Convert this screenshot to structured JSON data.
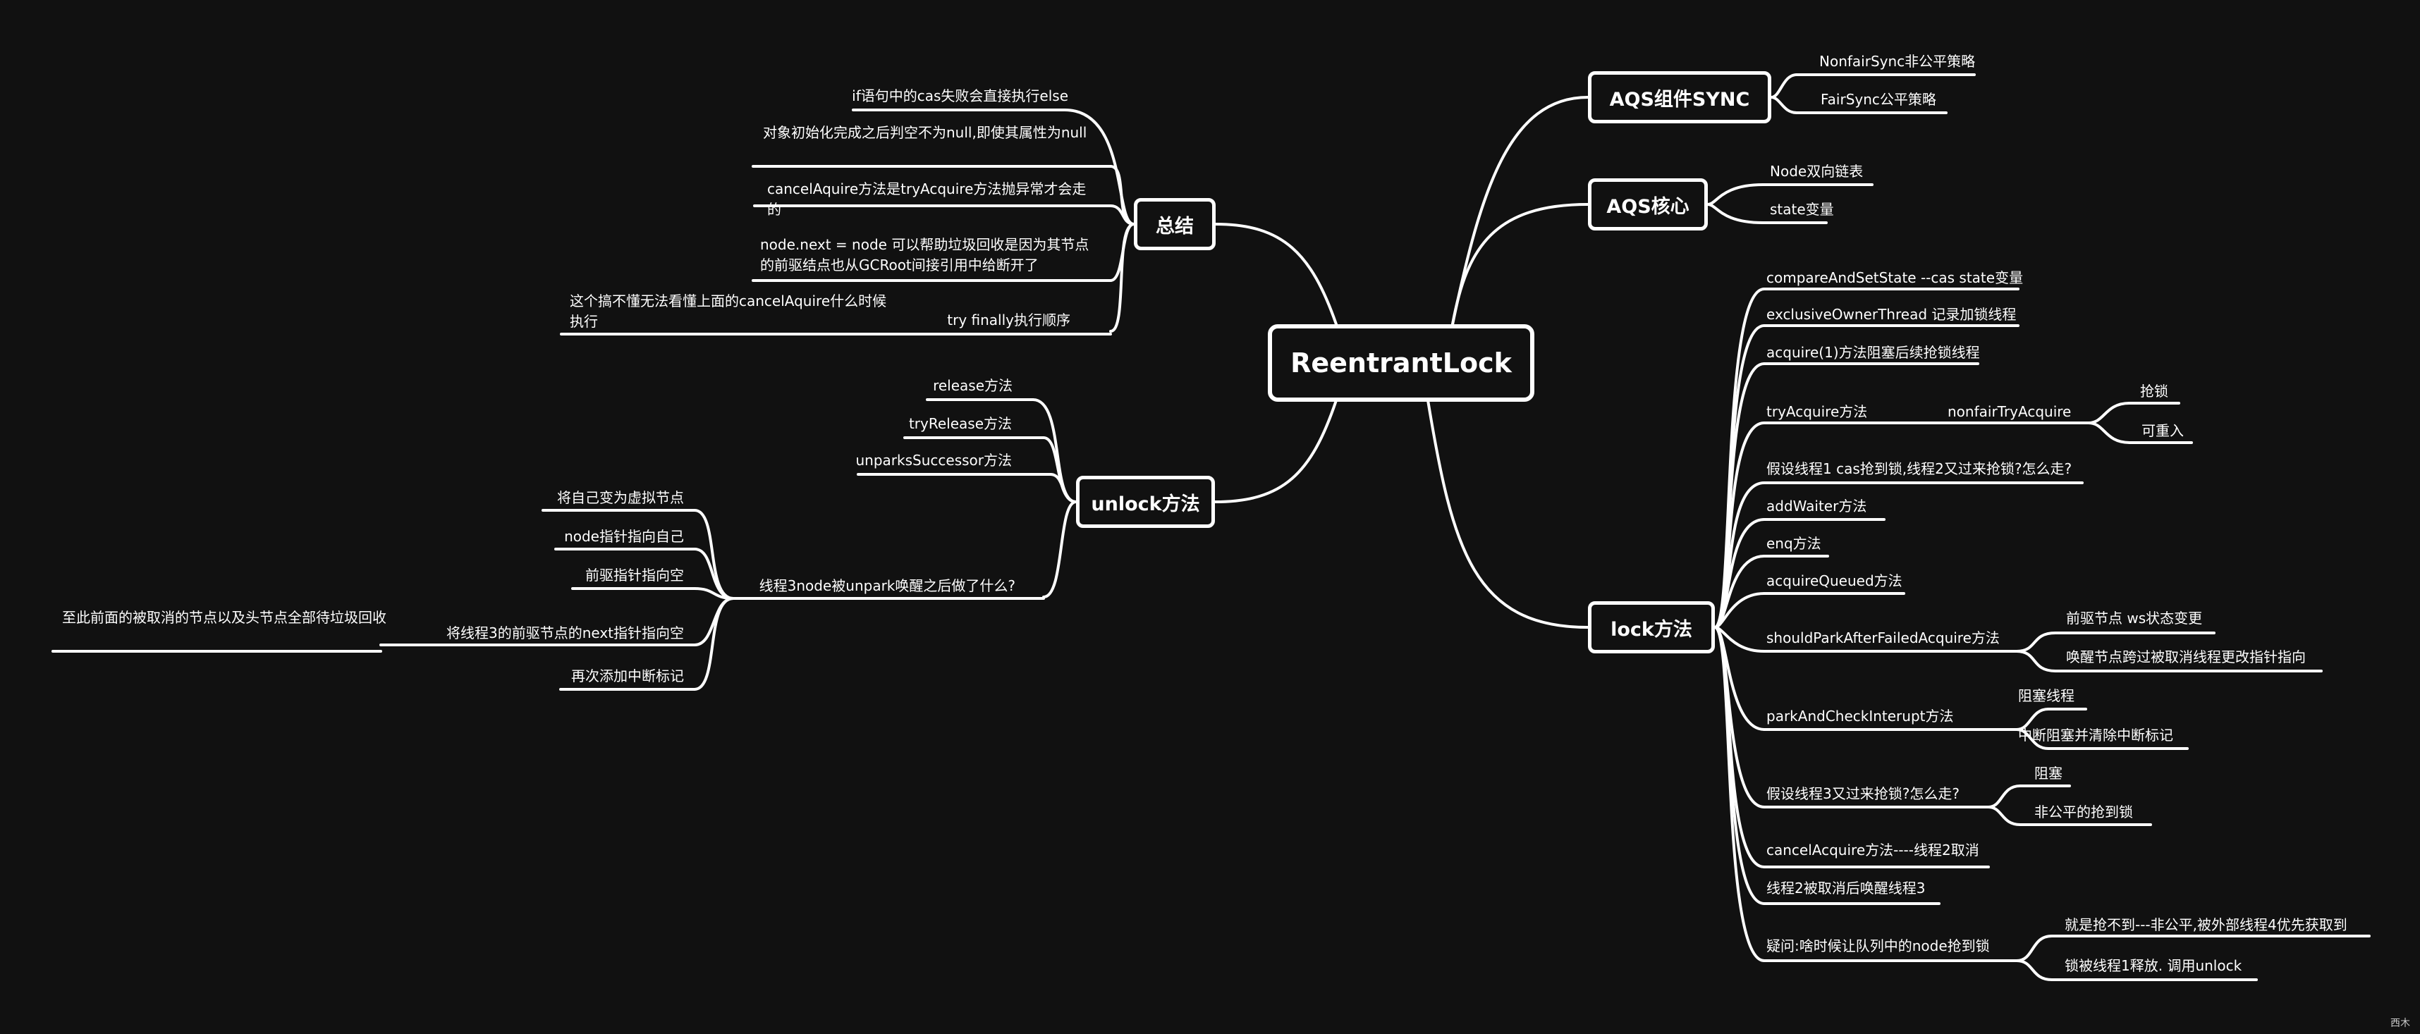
{
  "colors": {
    "background": "#111111",
    "line": "#ffffff",
    "text": "#ffffff"
  },
  "central": {
    "label": "ReentrantLock"
  },
  "branches": {
    "summary": {
      "label": "总结",
      "items": [
        "if语句中的cas失败会直接执行else",
        "对象初始化完成之后判空不为null,即使其属性为null",
        "cancelAquire方法是tryAcquire方法抛异常才会走的",
        "node.next = node 可以帮助垃圾回收是因为其节点的前驱结点也从GCRoot间接引用中给断开了",
        "try finally执行顺序",
        "这个搞不懂无法看懂上面的cancelAquire什么时候执行"
      ]
    },
    "unlock": {
      "label": "unlock方法",
      "items": [
        "release方法",
        "tryRelease方法",
        "unparksSuccessor方法",
        "线程3node被unpark唤醒之后做了什么?"
      ],
      "thread3_children": [
        "将自己变为虚拟节点",
        "node指针指向自己",
        "前驱指针指向空",
        "将线程3的前驱节点的next指针指向空",
        "再次添加中断标记"
      ],
      "gc_note": "至此前面的被取消的节点以及头节点全部待垃圾回收"
    },
    "sync": {
      "label": "AQS组件SYNC",
      "items": [
        "NonfairSync非公平策略",
        "FairSync公平策略"
      ]
    },
    "core": {
      "label": "AQS核心",
      "items": [
        "Node双向链表",
        "state变量"
      ]
    },
    "lock": {
      "label": "lock方法",
      "items": [
        "compareAndSetState --cas  state变量",
        "exclusiveOwnerThread 记录加锁线程",
        "acquire(1)方法阻塞后续抢锁线程",
        "tryAcquire方法",
        "假设线程1 cas抢到锁,线程2又过来抢锁?怎么走?",
        "addWaiter方法",
        "enq方法",
        "acquireQueued方法",
        "shouldParkAfterFailedAcquire方法",
        "parkAndCheckInterupt方法",
        "假设线程3又过来抢锁?怎么走?",
        "cancelAcquire方法----线程2取消",
        "线程2被取消后唤醒线程3",
        "疑问:啥时候让队列中的node抢到锁"
      ],
      "try_acquire_child": "nonfairTryAcquire",
      "nonfair_children": [
        "抢锁",
        "可重入"
      ],
      "should_park_children": [
        "前驱节点 ws状态变更",
        "唤醒节点跨过被取消线程更改指针指向"
      ],
      "park_children": [
        "阻塞线程",
        "中断阻塞并清除中断标记"
      ],
      "thread3_children": [
        "阻塞",
        "非公平的抢到锁"
      ],
      "question_children": [
        "就是抢不到---非公平,被外部线程4优先获取到",
        "锁被线程1释放. 调用unlock"
      ]
    }
  },
  "watermark": "西木"
}
